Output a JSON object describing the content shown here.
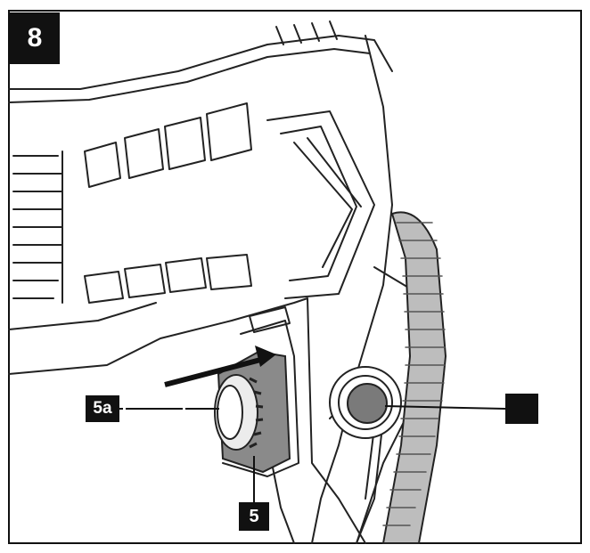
{
  "figure_number": "8",
  "callouts": {
    "dial": "5a",
    "switch": "5",
    "button": ""
  },
  "colors": {
    "ink": "#111111",
    "paper": "#ffffff",
    "part_fill": "#8a8a8a",
    "button_fill": "#7a7a7a"
  }
}
